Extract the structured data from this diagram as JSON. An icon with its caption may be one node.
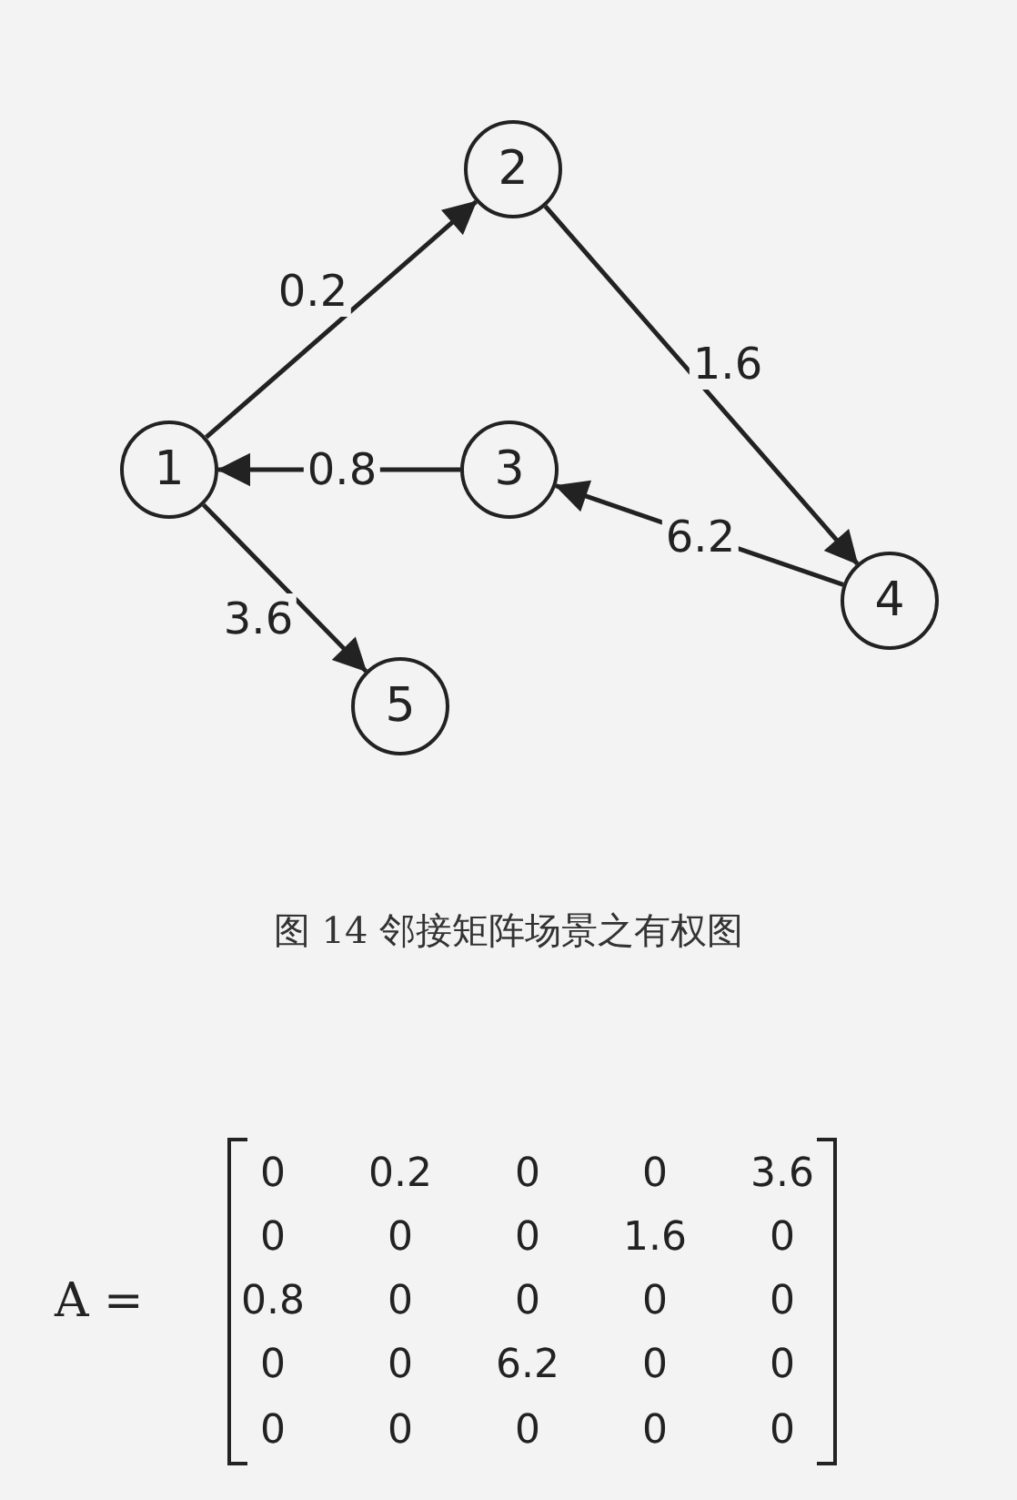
{
  "diagram": {
    "caption": "图 14 邻接矩阵场景之有权图",
    "nodes": [
      {
        "text": [
          "1"
        ]
      },
      {
        "text": [
          "2"
        ]
      },
      {
        "text": [
          "3"
        ]
      },
      {
        "text": [
          "4"
        ]
      },
      {
        "text": [
          "5"
        ]
      }
    ],
    "edges": [
      {
        "from": 0,
        "to": 1,
        "arrow": "to",
        "label": "0.2"
      },
      {
        "from": 1,
        "to": 3,
        "arrow": "to",
        "label": "1.6"
      },
      {
        "from": 2,
        "to": 0,
        "arrow": "to",
        "label": "0.8"
      },
      {
        "from": 3,
        "to": 2,
        "arrow": "to",
        "label": "6.2"
      },
      {
        "from": 0,
        "to": 4,
        "arrow": "to",
        "label": "3.6"
      }
    ],
    "labels": [
      "A =",
      "0",
      "0.2",
      "0",
      "0",
      "3.6",
      "0",
      "0",
      "0",
      "1.6",
      "0",
      "0.8",
      "0",
      "0",
      "0",
      "0",
      "0",
      "0",
      "6.2",
      "0",
      "0",
      "0",
      "0",
      "0",
      "0",
      "0"
    ]
  }
}
